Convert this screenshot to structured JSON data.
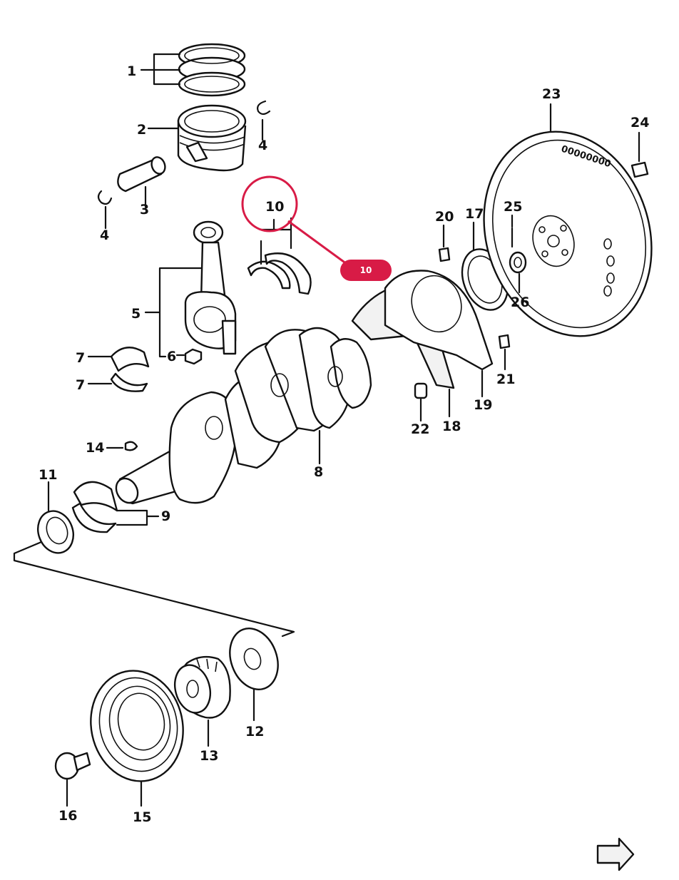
{
  "diagram": {
    "highlight_color": "#d81b46",
    "callouts": [
      {
        "id": "1",
        "label": "1"
      },
      {
        "id": "2",
        "label": "2"
      },
      {
        "id": "3",
        "label": "3"
      },
      {
        "id": "4a",
        "label": "4"
      },
      {
        "id": "4b",
        "label": "4"
      },
      {
        "id": "5",
        "label": "5"
      },
      {
        "id": "6",
        "label": "6"
      },
      {
        "id": "7a",
        "label": "7"
      },
      {
        "id": "7b",
        "label": "7"
      },
      {
        "id": "8",
        "label": "8"
      },
      {
        "id": "9",
        "label": "9"
      },
      {
        "id": "10",
        "label": "10"
      },
      {
        "id": "11",
        "label": "11"
      },
      {
        "id": "12",
        "label": "12"
      },
      {
        "id": "13",
        "label": "13"
      },
      {
        "id": "14",
        "label": "14"
      },
      {
        "id": "15",
        "label": "15"
      },
      {
        "id": "16",
        "label": "16"
      },
      {
        "id": "17",
        "label": "17"
      },
      {
        "id": "18",
        "label": "18"
      },
      {
        "id": "19",
        "label": "19"
      },
      {
        "id": "20",
        "label": "20"
      },
      {
        "id": "21",
        "label": "21"
      },
      {
        "id": "22",
        "label": "22"
      },
      {
        "id": "23",
        "label": "23"
      },
      {
        "id": "24",
        "label": "24"
      },
      {
        "id": "25",
        "label": "25"
      },
      {
        "id": "26",
        "label": "26"
      }
    ],
    "selected_badge": "10",
    "flywheel_marking": "00000000"
  }
}
